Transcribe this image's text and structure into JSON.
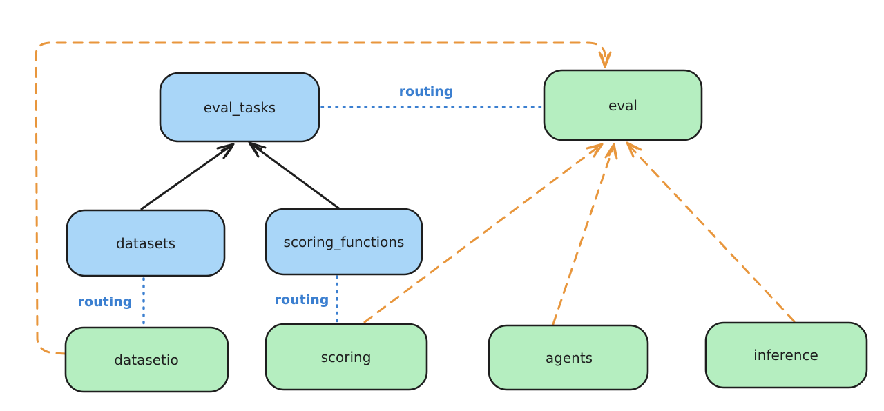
{
  "colors": {
    "background": "#ffffff",
    "ink": "#1e1e1e",
    "blue_fill": "#a9d6f8",
    "green_fill": "#b5eec0",
    "routing_blue": "#3b7fd0",
    "orange": "#e8963c"
  },
  "nodes": {
    "eval_tasks": {
      "label": "eval_tasks"
    },
    "eval": {
      "label": "eval"
    },
    "datasets": {
      "label": "datasets"
    },
    "scoring_functions": {
      "label": "scoring_functions"
    },
    "datasetio": {
      "label": "datasetio"
    },
    "scoring": {
      "label": "scoring"
    },
    "agents": {
      "label": "agents"
    },
    "inference": {
      "label": "inference"
    }
  },
  "connections": [
    {
      "from": "datasets",
      "to": "eval_tasks",
      "style": "solid-black-arrow",
      "label": ""
    },
    {
      "from": "scoring_functions",
      "to": "eval_tasks",
      "style": "solid-black-arrow",
      "label": ""
    },
    {
      "from": "eval_tasks",
      "to": "eval",
      "style": "dotted-blue-line",
      "label": "routing"
    },
    {
      "from": "datasets",
      "to": "datasetio",
      "style": "dotted-blue-line",
      "label": "routing"
    },
    {
      "from": "scoring_functions",
      "to": "scoring",
      "style": "dotted-blue-line",
      "label": "routing"
    },
    {
      "from": "datasetio",
      "to": "eval",
      "style": "dashed-orange-arrow",
      "label": ""
    },
    {
      "from": "scoring",
      "to": "eval",
      "style": "dashed-orange-arrow",
      "label": ""
    },
    {
      "from": "agents",
      "to": "eval",
      "style": "dashed-orange-arrow",
      "label": ""
    },
    {
      "from": "inference",
      "to": "eval",
      "style": "dashed-orange-arrow",
      "label": ""
    }
  ]
}
